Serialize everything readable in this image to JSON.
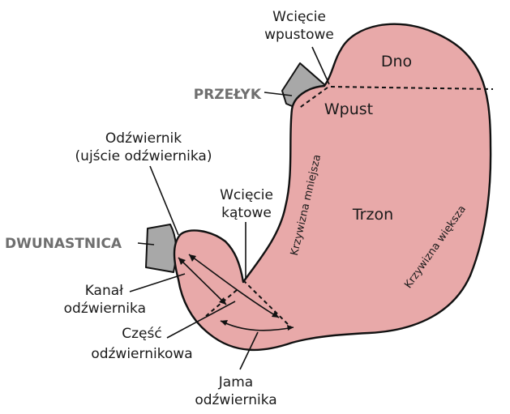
{
  "labels": {
    "cardiac_notch": [
      "Wcięcie",
      "wpustowe"
    ],
    "fundus": "Dno",
    "esophagus": "PRZEŁYK",
    "cardia": "Wpust",
    "pylorus": [
      "Odźwiernik",
      "(ujście odźwiernika)"
    ],
    "lesser_curvature": "Krzywizna mniejsza",
    "angular_incisure": [
      "Wcięcie",
      "kątowe"
    ],
    "body": "Trzon",
    "duodenum": "DWUNASTNICA",
    "pyloric_canal": [
      "Kanał",
      "odźwiernika"
    ],
    "greater_curvature": "Krzywizna większa",
    "pyloric_part": [
      "Część",
      "odźwiernikowa"
    ],
    "pyloric_antrum": [
      "Jama",
      "odźwiernika"
    ]
  },
  "colors": {
    "stomach_fill": "#e8a9a9",
    "gray_structure": "#a8a8a8",
    "gray_text": "#6f6f6f",
    "outline": "#111111"
  }
}
